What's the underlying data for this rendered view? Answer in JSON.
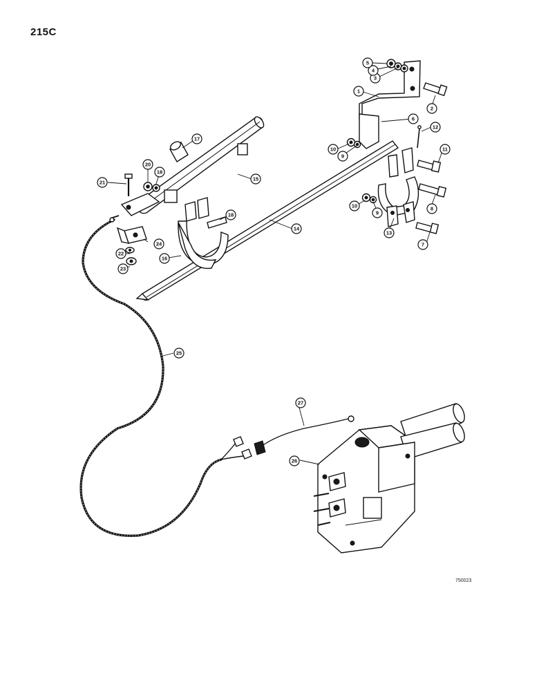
{
  "page_number": "215C",
  "drawing_number": "750023",
  "callouts": [
    {
      "label": "1"
    },
    {
      "label": "2"
    },
    {
      "label": "3"
    },
    {
      "label": "4"
    },
    {
      "label": "5"
    },
    {
      "label": "6"
    },
    {
      "label": "7"
    },
    {
      "label": "8"
    },
    {
      "label": "9"
    },
    {
      "label": "9"
    },
    {
      "label": "10"
    },
    {
      "label": "10"
    },
    {
      "label": "11"
    },
    {
      "label": "12"
    },
    {
      "label": "13"
    },
    {
      "label": "14"
    },
    {
      "label": "15"
    },
    {
      "label": "16"
    },
    {
      "label": "17"
    },
    {
      "label": "18"
    },
    {
      "label": "18"
    },
    {
      "label": "20"
    },
    {
      "label": "21"
    },
    {
      "label": "22"
    },
    {
      "label": "23"
    },
    {
      "label": "24"
    },
    {
      "label": "25"
    },
    {
      "label": "26"
    },
    {
      "label": "27"
    }
  ]
}
